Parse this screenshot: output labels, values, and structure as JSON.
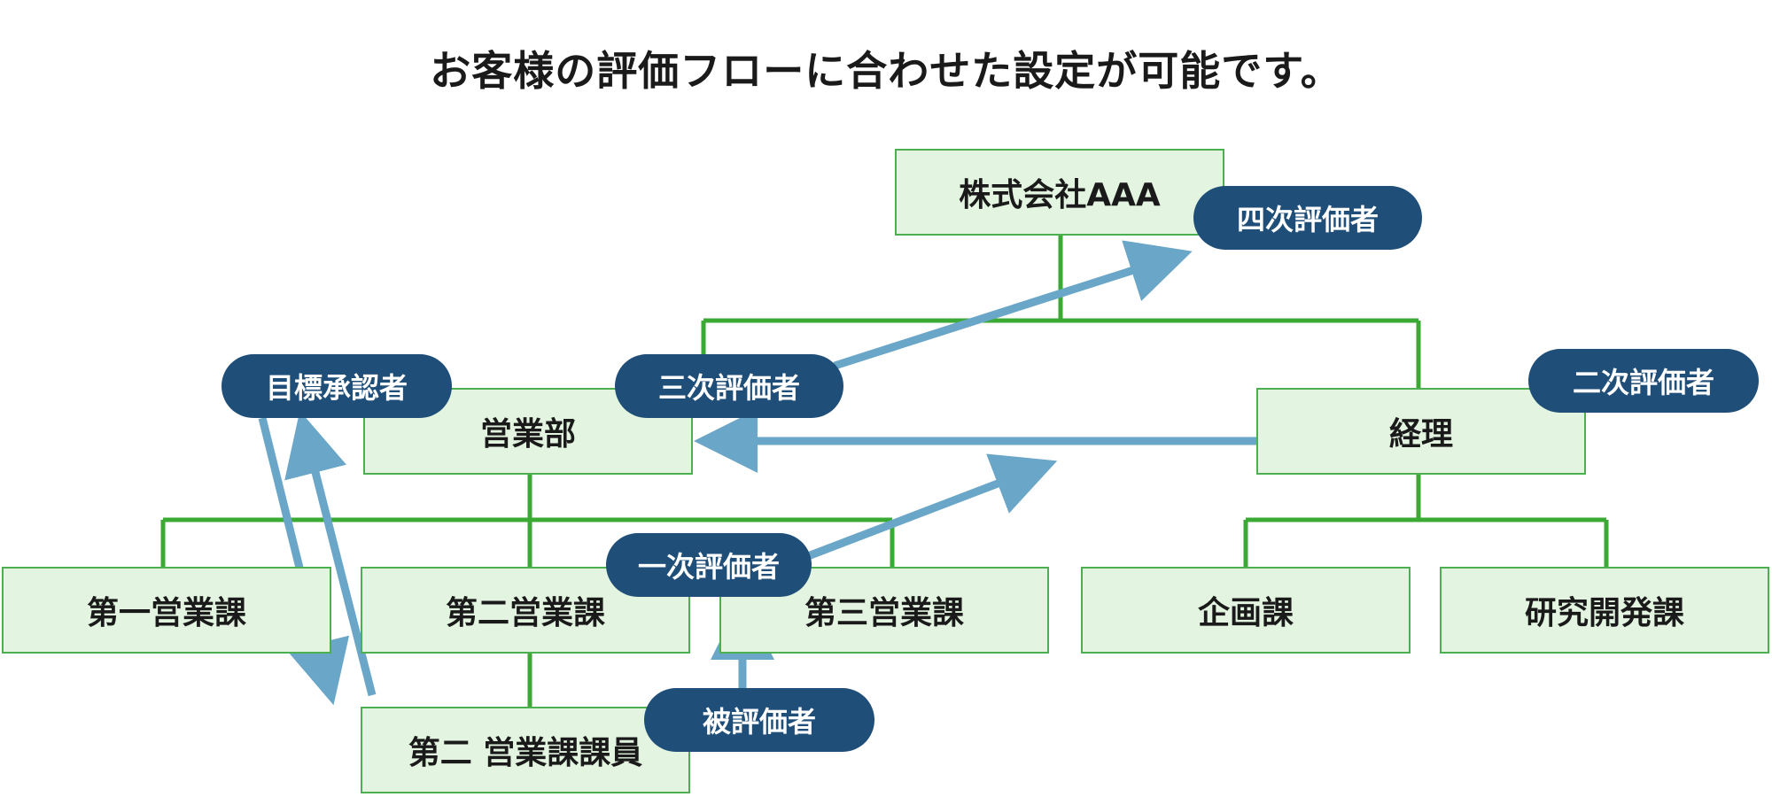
{
  "title": "お客様の評価フローに合わせた設定が可能です。",
  "colors": {
    "node_fill": "#e3f5e1",
    "node_border": "#4caf50",
    "connector": "#3aaa35",
    "pill_fill": "#1f4e79",
    "pill_text": "#ffffff",
    "arrow": "#6aa6c8"
  },
  "nodes": {
    "company": "株式会社AAA",
    "sales_dept": "営業部",
    "accounting": "経理",
    "sales1": "第一営業課",
    "sales2": "第二営業課",
    "sales3": "第三営業課",
    "planning": "企画課",
    "rnd": "研究開発課",
    "sales2_member": "第二 営業課課員"
  },
  "roles": {
    "fourth": "四次評価者",
    "third": "三次評価者",
    "second": "二次評価者",
    "first": "一次評価者",
    "approver": "目標承認者",
    "evaluatee": "被評価者"
  }
}
